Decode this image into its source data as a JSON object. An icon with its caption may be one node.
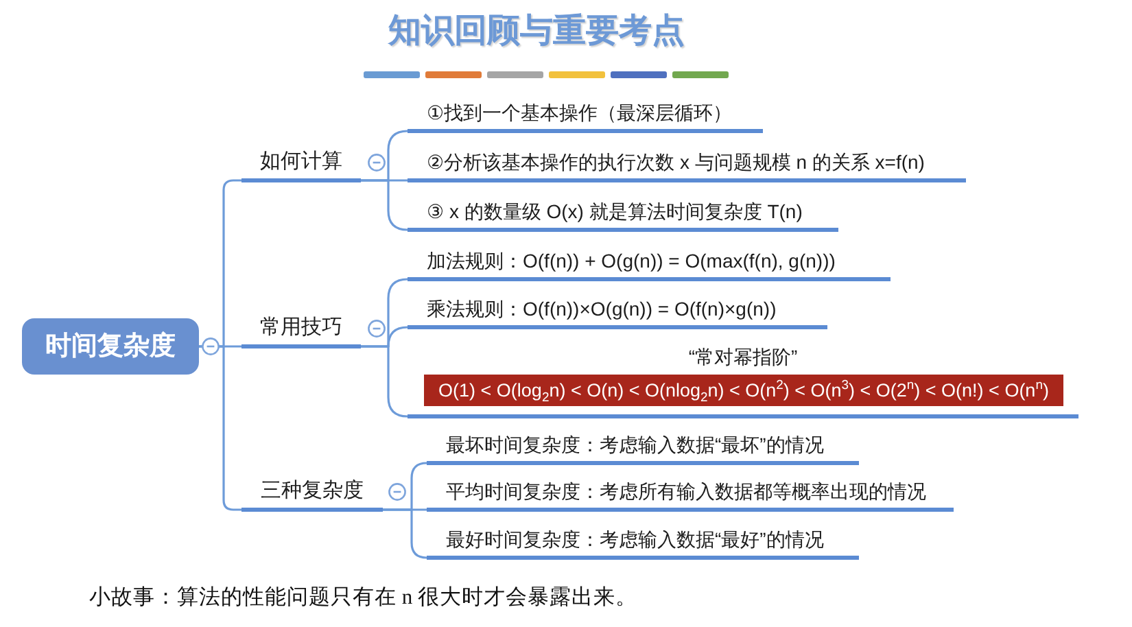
{
  "diagram": {
    "title": "知识回顾与重要考点",
    "caption": "小故事：算法的性能问题只有在 n 很大时才会暴露出来。",
    "nodes": [
      {
        "text": [
          "时间复杂度"
        ]
      },
      {
        "text": [
          "如何计算"
        ]
      },
      {
        "text": [
          "①找到一个基本操作（最深层循环）"
        ]
      },
      {
        "text": [
          "②分析该基本操作的执行次数 x 与问题规模 n 的关系 x=f(n)"
        ]
      },
      {
        "text": [
          "③ x 的数量级 O(x) 就是算法时间复杂度 T(n)"
        ]
      },
      {
        "text": [
          "常用技巧"
        ]
      },
      {
        "text": [
          "加法规则：O(f(n)) + O(g(n)) = O(max(f(n), g(n)))"
        ]
      },
      {
        "text": [
          "乘法规则：O(f(n))×O(g(n)) = O(f(n)×g(n))"
        ]
      },
      {
        "text": [
          "“常对幂指阶”"
        ]
      },
      {
        "text": [
          "O(1) < O(log$_{2}$n) < O(n) < O(nlog$_{2}$n) < O(n$^{2}$) < O(n$^{3}$) < O(2$^{n}$) < O(n!) < O(n$^{n}$)"
        ],
        "in": 8
      },
      {
        "text": [
          "三种复杂度"
        ]
      },
      {
        "text": [
          "最坏时间复杂度：考虑输入数据“最坏”的情况"
        ]
      },
      {
        "text": [
          "平均时间复杂度：考虑所有输入数据都等概率出现的情况"
        ]
      },
      {
        "text": [
          "最好时间复杂度：考虑输入数据“最好”的情况"
        ]
      }
    ],
    "edges": [
      {
        "from": 0,
        "to": 1,
        "arrow": "none"
      },
      {
        "from": 0,
        "to": 5,
        "arrow": "none"
      },
      {
        "from": 0,
        "to": 10,
        "arrow": "none"
      },
      {
        "from": 1,
        "to": 2,
        "arrow": "none"
      },
      {
        "from": 1,
        "to": 3,
        "arrow": "none"
      },
      {
        "from": 1,
        "to": 4,
        "arrow": "none"
      },
      {
        "from": 5,
        "to": 6,
        "arrow": "none"
      },
      {
        "from": 5,
        "to": 7,
        "arrow": "none"
      },
      {
        "from": 5,
        "to": 8,
        "arrow": "none"
      },
      {
        "from": 10,
        "to": 11,
        "arrow": "none"
      },
      {
        "from": 10,
        "to": 12,
        "arrow": "none"
      },
      {
        "from": 10,
        "to": 13,
        "arrow": "none"
      }
    ]
  }
}
